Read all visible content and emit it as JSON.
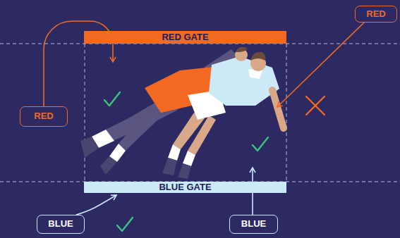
{
  "diagram": {
    "nodes": [
      {
        "text": [
          "RED"
        ]
      },
      {
        "text": [
          "RED GATE"
        ]
      },
      {
        "text": [
          "RED"
        ]
      },
      {
        "text": [
          "BLUE GATE"
        ]
      },
      {
        "text": [
          "BLUE"
        ]
      },
      {
        "text": [
          "BLUE"
        ]
      }
    ],
    "edges": [
      {
        "from": 4,
        "to": 3,
        "arrow": "to"
      }
    ]
  }
}
